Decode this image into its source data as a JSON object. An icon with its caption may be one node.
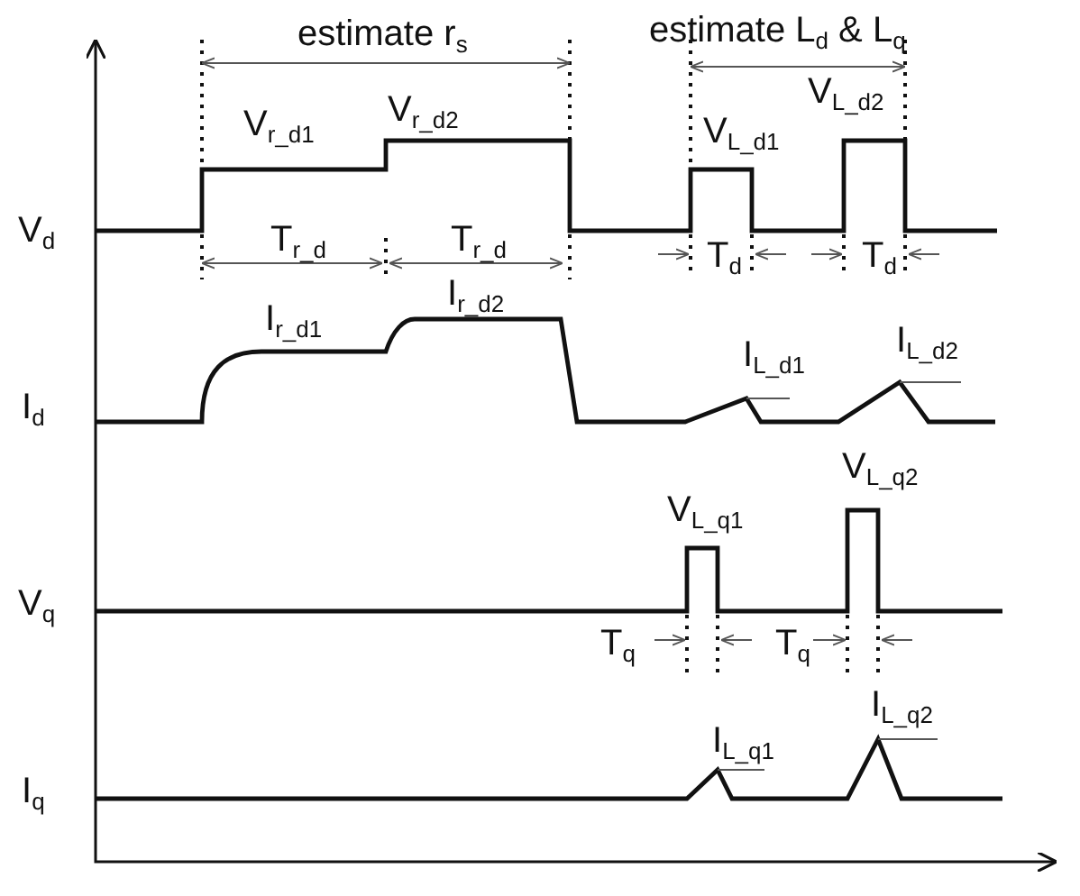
{
  "diagram": {
    "labels": [
      "estimate r$_{s}$",
      "estimate L$_{d}$ & L$_{q}$",
      "V$_{r_d2}$",
      "V$_{L_d2}$",
      "V$_{r_d1}$",
      "V$_{L_d1}$",
      "V$_{d}$",
      "T$_{r_d}$",
      "T$_{r_d}$",
      "T$_{d}$",
      "T$_{d}$",
      "I$_{r_d2}$",
      "I$_{r_d1}$",
      "I$_{L_d1}$",
      "I$_{L_d2}$",
      "I$_{d}$",
      "V$_{L_q2}$",
      "V$_{L_q1}$",
      "V$_{q}$",
      "T$_{q}$",
      "T$_{q}$",
      "I$_{L_q2}$",
      "I$_{L_q1}$",
      "I$_{q}$"
    ]
  }
}
